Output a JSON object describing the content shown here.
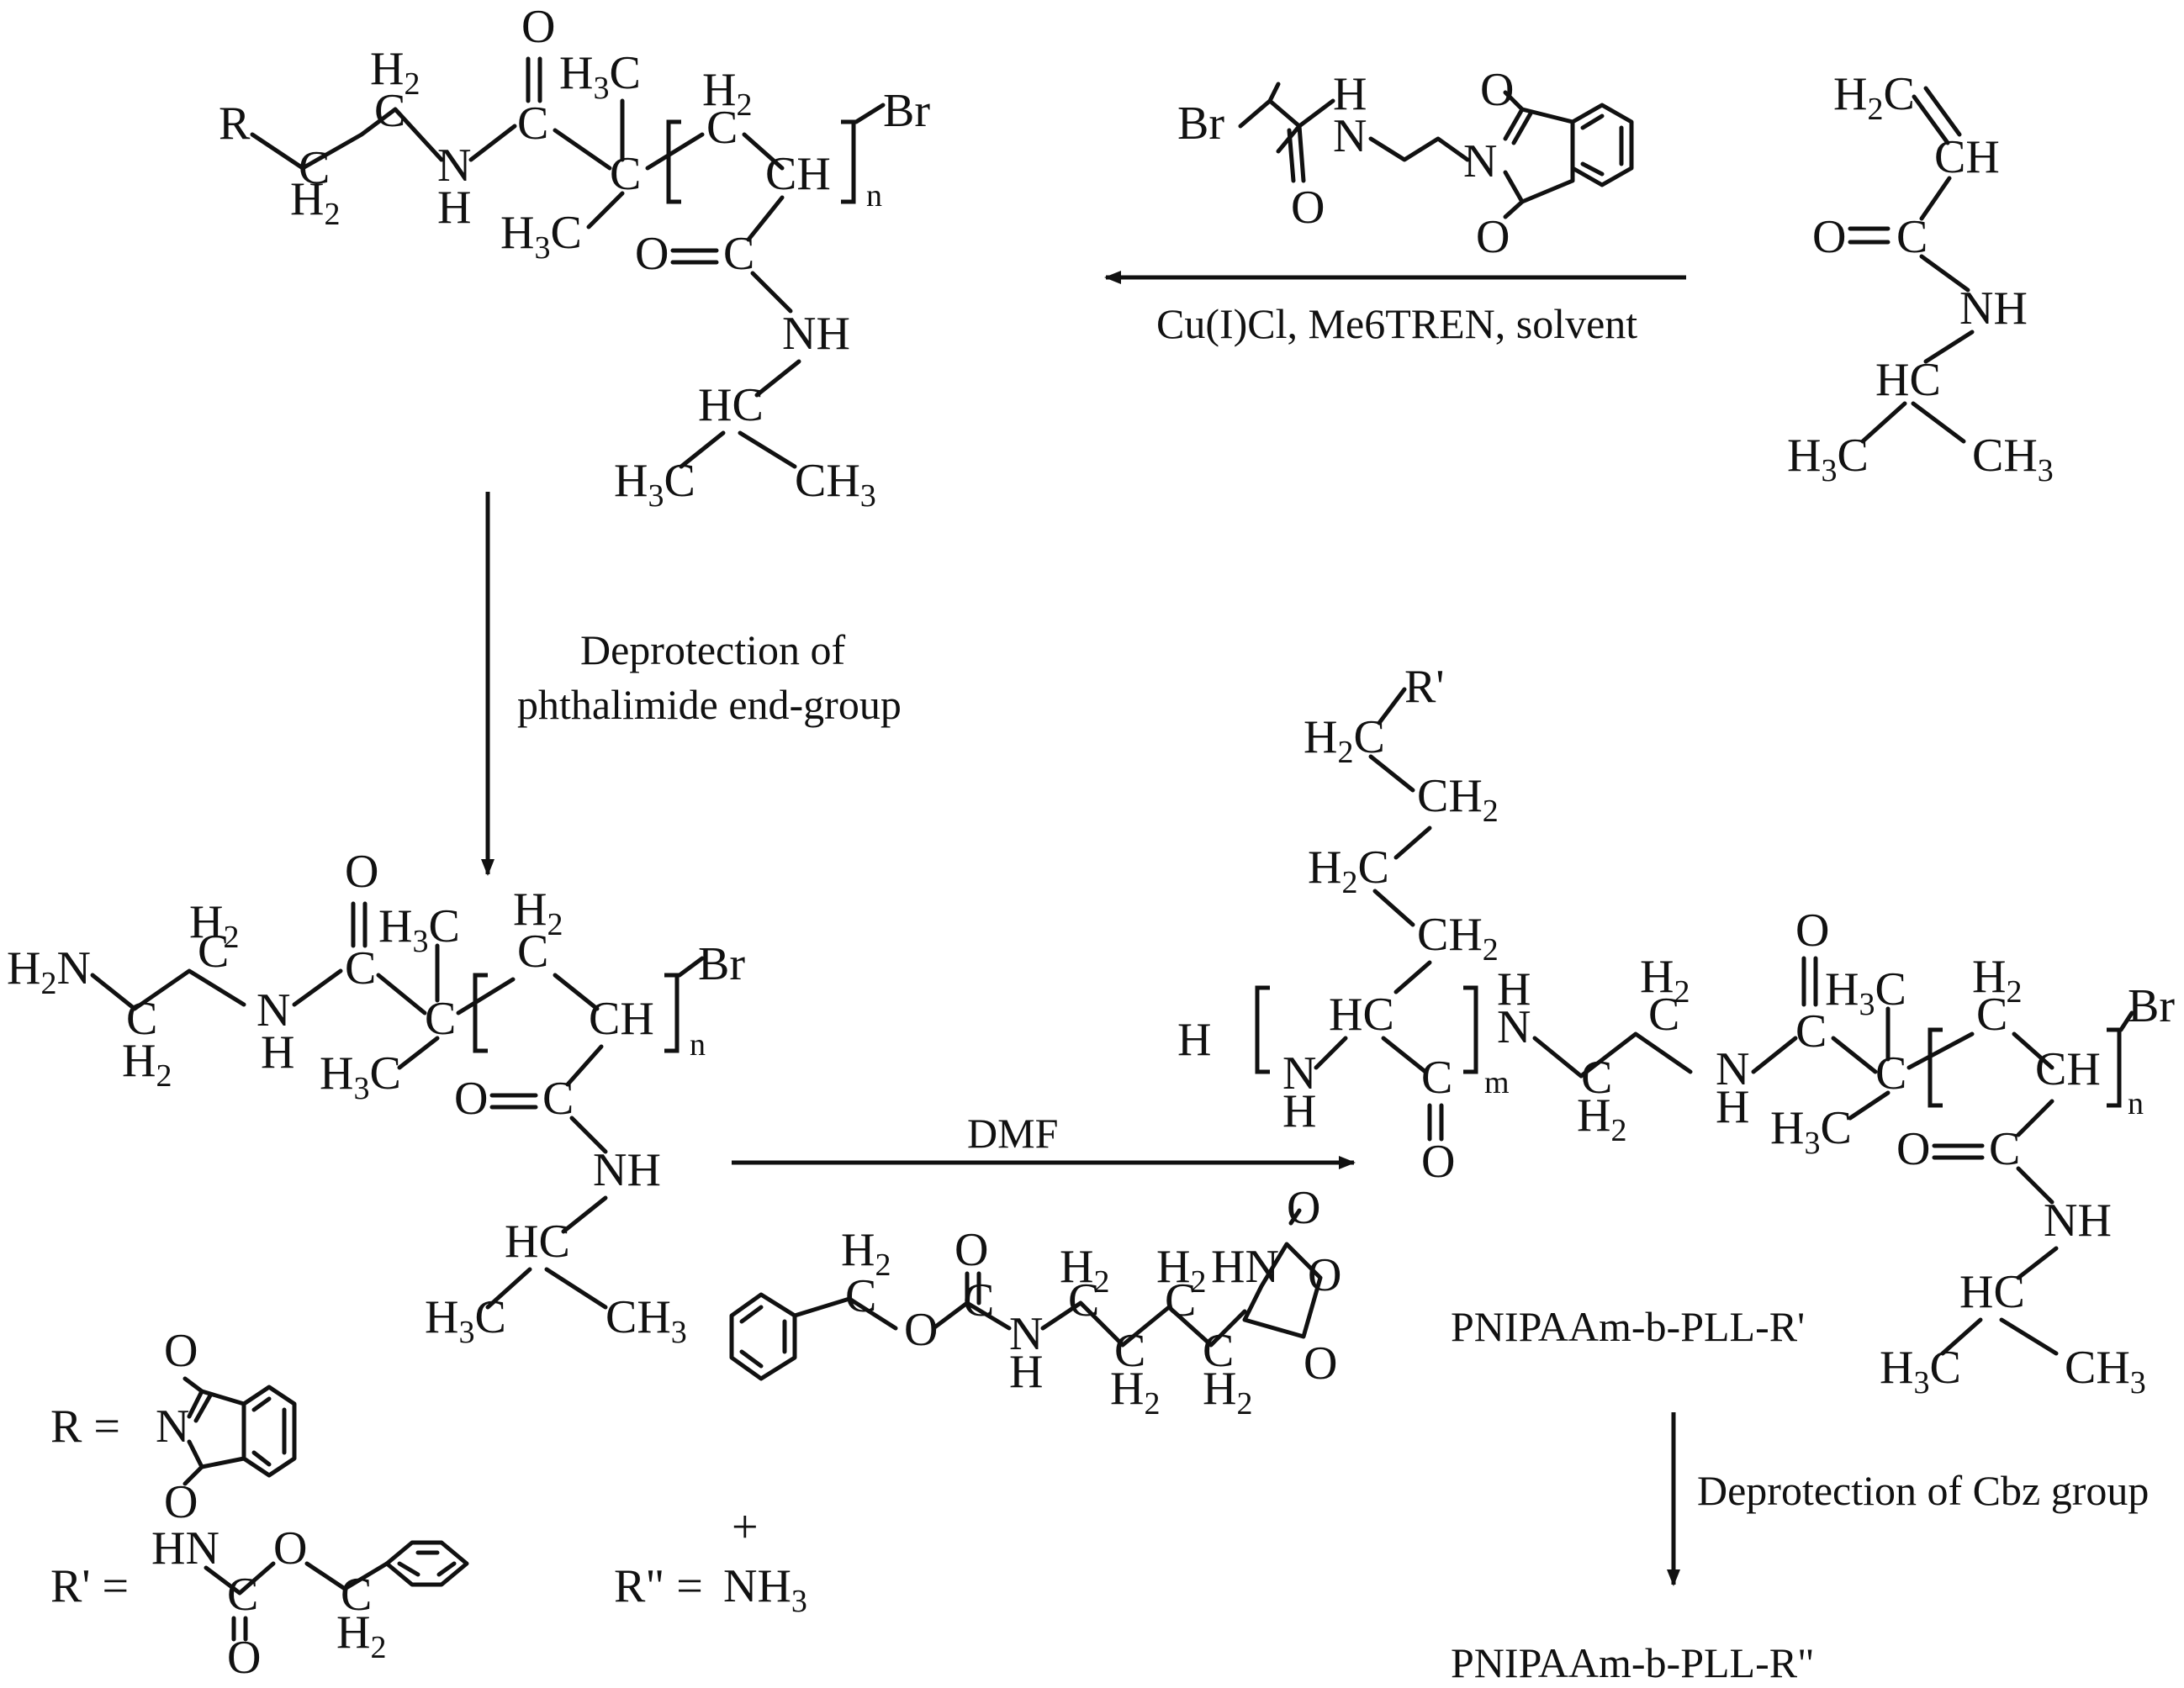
{
  "labels": {
    "step1_conditions": "Cu(I)Cl, Me6TREN, solvent",
    "step2_line1": "Deprotection of",
    "step2_line2": "phthalimide end-group",
    "step3_conditions": "DMF",
    "step4_conditions": "Deprotection of Cbz group",
    "product_copolymer": "PNIPAAm-b-PLL-R'",
    "final_product": "PNIPAAm-b-PLL-R\""
  },
  "definitions": {
    "r_eq": "R =",
    "r_prime_eq": "R' =",
    "r_double_prime_eq": "R\" ="
  }
}
